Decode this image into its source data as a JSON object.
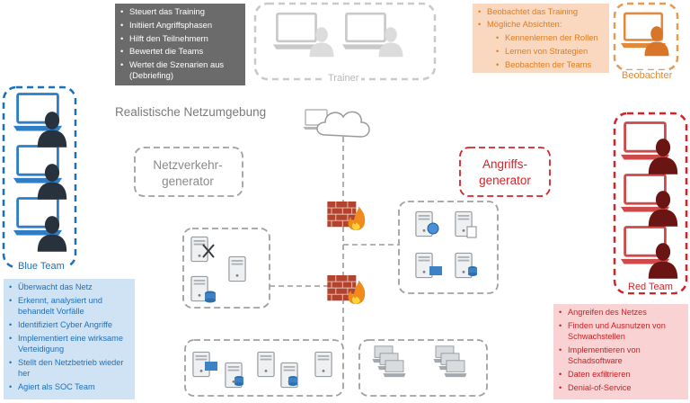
{
  "trainer": {
    "label": "Trainer",
    "tasks": [
      "Steuert das Training",
      "Initiiert Angriffsphasen",
      "Hilft den Teilnehmern",
      "Bewertet die Teams",
      "Wertet die Szenarien aus (Debriefing)"
    ]
  },
  "observer": {
    "label": "Beobachter",
    "tasks": [
      "Beobachtet das Training",
      "Mögliche Absichten:"
    ],
    "intentions": [
      "Kennenlernen der Rollen",
      "Lernen von Strategien",
      "Beobachten der Teams"
    ]
  },
  "network": {
    "title": "Realistische Netzumgebung",
    "traffic_generator": "Netzverkehr-generator",
    "attack_generator": "Angriffs-generator"
  },
  "blue_team": {
    "label": "Blue Team",
    "tasks": [
      "Überwacht das Netz",
      "Erkennt, analysiert und behandelt Vorfälle",
      "Identifiziert Cyber Angriffe",
      "Implementiert eine wirksame Verteidigung",
      "Stellt den Netzbetrieb wieder her",
      "Agiert als SOC Team"
    ]
  },
  "red_team": {
    "label": "Red Team",
    "tasks": [
      "Angreifen des Netzes",
      "Finden und Ausnutzen von Schwachstellen",
      "Implementieren von Schadsoftware",
      "Daten exfiltrieren",
      "Denial-of-Service"
    ]
  },
  "colors": {
    "blue": "#1f6fb8",
    "red": "#d4242a",
    "orange": "#e08a3c",
    "gray": "#9a9a9a"
  }
}
